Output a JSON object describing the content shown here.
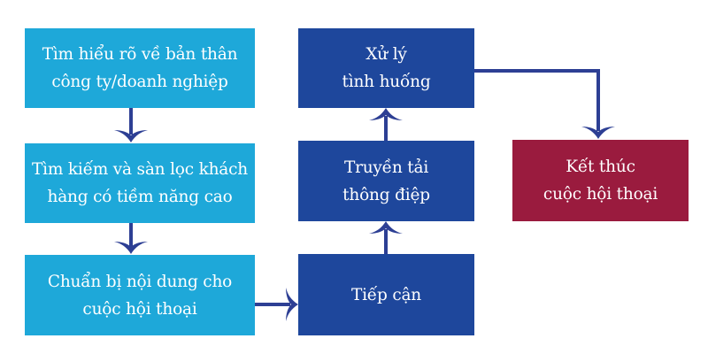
{
  "colors": {
    "light_blue": "#1ea8d9",
    "dark_blue": "#1e479c",
    "end_red": "#9a1b3e",
    "arrow": "#2d3f94",
    "background": "#ffffff"
  },
  "steps": [
    {
      "id": 1,
      "lines": [
        "Tìm hiểu rõ về bản thân",
        "công ty/doanh nghiệp"
      ],
      "color": "light_blue"
    },
    {
      "id": 2,
      "lines": [
        "Tìm kiếm và sàn lọc khách",
        "hàng có tiềm năng cao"
      ],
      "color": "light_blue"
    },
    {
      "id": 3,
      "lines": [
        "Chuẩn bị nội dung cho",
        "cuộc hội thoại"
      ],
      "color": "light_blue"
    },
    {
      "id": 4,
      "lines": [
        "Tiếp cận"
      ],
      "color": "dark_blue"
    },
    {
      "id": 5,
      "lines": [
        "Truyền tải",
        "thông điệp"
      ],
      "color": "dark_blue"
    },
    {
      "id": 6,
      "lines": [
        "Xử lý",
        "tình huống"
      ],
      "color": "dark_blue"
    },
    {
      "id": 7,
      "lines": [
        "Kết thúc",
        "cuộc hội thoại"
      ],
      "color": "end_red"
    }
  ],
  "connections": [
    {
      "from": 1,
      "to": 2,
      "direction": "down"
    },
    {
      "from": 2,
      "to": 3,
      "direction": "down"
    },
    {
      "from": 3,
      "to": 4,
      "direction": "right"
    },
    {
      "from": 4,
      "to": 5,
      "direction": "up"
    },
    {
      "from": 5,
      "to": 6,
      "direction": "up"
    },
    {
      "from": 6,
      "to": 7,
      "direction": "right-then-down"
    }
  ]
}
